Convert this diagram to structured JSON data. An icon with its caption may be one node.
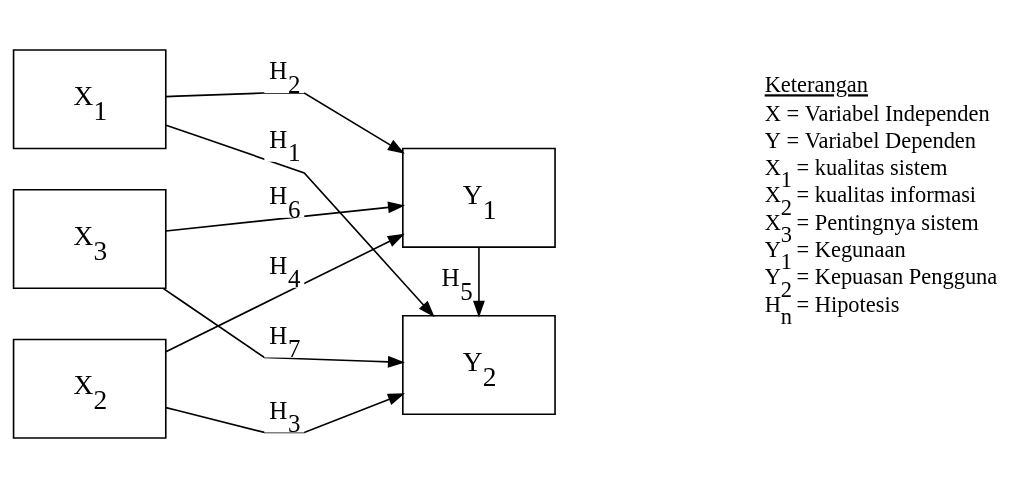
{
  "diagram": {
    "nodes": [
      {
        "text": [
          "X$_{3}$"
        ]
      },
      {
        "text": [
          "X$_{1}$"
        ]
      },
      {
        "text": [
          "X$_{2}$"
        ]
      },
      {
        "text": [
          "Y$_{1}$"
        ]
      },
      {
        "text": [
          "Y$_{2}$"
        ]
      }
    ],
    "edges": [
      {
        "from": 0,
        "to": 3,
        "arrow": "to",
        "label": "H$_{6}$"
      },
      {
        "from": 0,
        "to": 4,
        "arrow": "to",
        "label": "H$_{7}$"
      },
      {
        "from": 1,
        "to": 3,
        "arrow": "to",
        "label": "H$_{2}$"
      },
      {
        "from": 1,
        "to": 4,
        "arrow": "to",
        "label": "H$_{1}$"
      },
      {
        "from": 2,
        "to": 3,
        "arrow": "to",
        "label": "H$_{4}$"
      },
      {
        "from": 2,
        "to": 4,
        "arrow": "to",
        "label": "H$_{3}$"
      },
      {
        "from": 3,
        "to": 4,
        "arrow": "to",
        "label": "H$_{5}$"
      }
    ],
    "labels": [
      "Keterangan",
      "X = Variabel Independen",
      "Y = Variabel Dependen",
      "X$_{1}$ = kualitas sistem",
      "X$_{2}$ = kualitas informasi",
      "X$_{3}$ = Pentingnya sistem",
      "Y$_{1}$ = Kegunaan",
      "Y$_{2}$ = Kepuasan Pengguna",
      "H$_{n}$ = Hipotesis"
    ]
  }
}
